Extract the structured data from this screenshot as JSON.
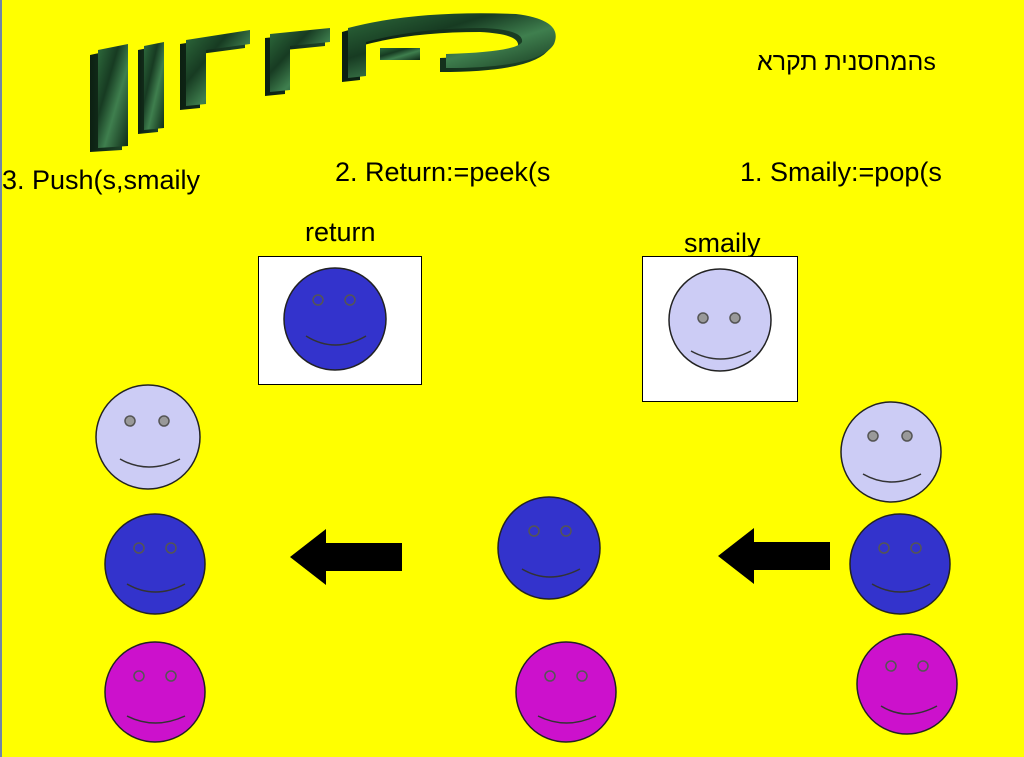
{
  "title": "פתרון",
  "header": {
    "label": "המחסנית תקראs"
  },
  "steps": [
    {
      "label": "1. Smaily:=pop(s"
    },
    {
      "label": "2. Return:=peek(s"
    },
    {
      "label": "3. Push(s,smaily"
    }
  ],
  "boxes": {
    "return_label": "return",
    "smaily_label": "smaily"
  },
  "colors": {
    "background": "#ffff00",
    "light_smiley": "#ccccf5",
    "blue_smiley": "#3333cc",
    "magenta_smiley": "#cc11cc",
    "wordart_green": "#1f4a2a"
  },
  "icons": {
    "smiley": "smiley-face-icon",
    "arrow": "left-arrow-icon"
  }
}
